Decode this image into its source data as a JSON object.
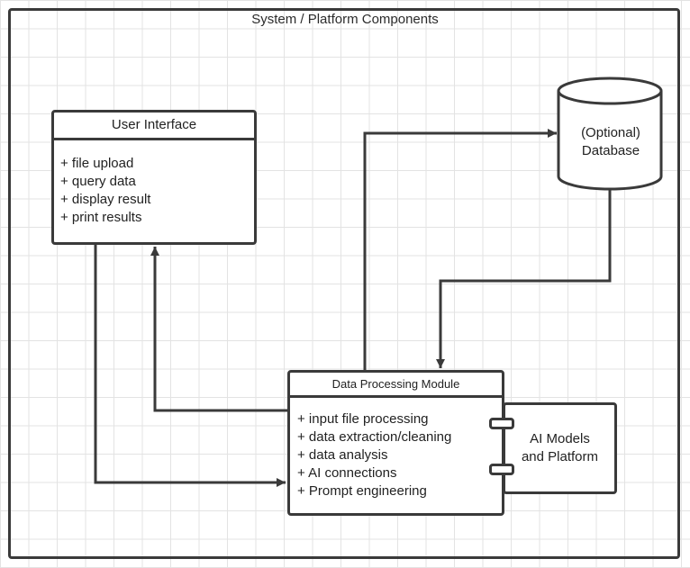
{
  "frame": {
    "title": "System / Platform Components"
  },
  "user_interface": {
    "title": "User Interface",
    "attributes": [
      "+ file upload",
      "+ query data",
      "+ display result",
      "+ print results"
    ]
  },
  "database": {
    "line1": "(Optional)",
    "line2": "Database"
  },
  "data_processing_module": {
    "title": "Data Processing Module",
    "attributes": [
      "+ input file processing",
      "+ data extraction/cleaning",
      "+ data analysis",
      "+ AI connections",
      "+ Prompt engineering"
    ]
  },
  "ai_models": {
    "line1": "AI Models",
    "line2": "and Platform"
  },
  "colors": {
    "stroke": "#3a3a3a",
    "grid": "#e3e3e3",
    "background": "#ffffff"
  }
}
